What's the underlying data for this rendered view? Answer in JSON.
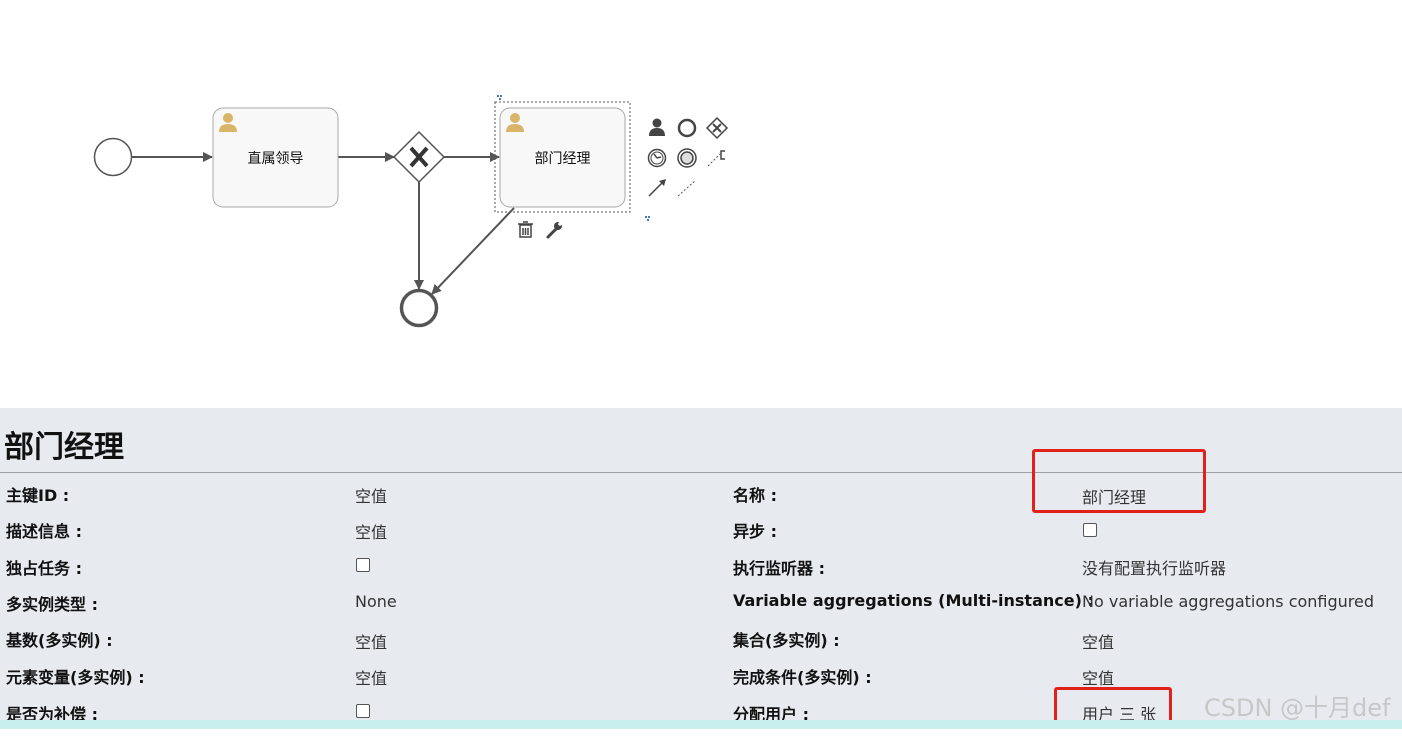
{
  "diagram": {
    "task1_label": "直属领导",
    "task2_label": "部门经理",
    "gateway_symbol": "X"
  },
  "properties": {
    "title": "部门经理",
    "rows": [
      {
        "left_label": "主键ID :",
        "left_value": "空值",
        "right_label": "名称 :",
        "right_value": "部门经理"
      },
      {
        "left_label": "描述信息 :",
        "left_value": "空值",
        "right_label": "异步 :",
        "right_checkbox": false
      },
      {
        "left_label": "独占任务 :",
        "left_checkbox": false,
        "right_label": "执行监听器 :",
        "right_value": "没有配置执行监听器"
      },
      {
        "left_label": "多实例类型 :",
        "left_value": "None",
        "right_label": "Variable aggregations (Multi-instance) :",
        "right_value": "No variable aggregations configured"
      },
      {
        "left_label": "基数(多实例) :",
        "left_value": "空值",
        "right_label": "集合(多实例) :",
        "right_value": "空值"
      },
      {
        "left_label": "元素变量(多实例) :",
        "left_value": "空值",
        "right_label": "完成条件(多实例) :",
        "right_value": "空值"
      },
      {
        "left_label": "是否为补偿 :",
        "left_checkbox": false,
        "right_label": "分配用户 :",
        "right_value": "用户 三 张"
      }
    ]
  },
  "watermark": "CSDN @十月def",
  "colors": {
    "highlight": "#e0221b",
    "panel_bg": "#e7ebef",
    "task_fill": "#f8f8f8",
    "user_icon": "#d9b56a"
  }
}
